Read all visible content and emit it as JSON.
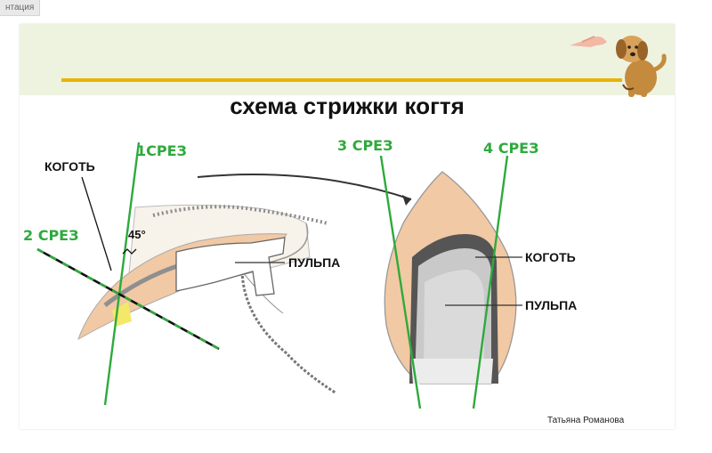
{
  "tab": {
    "label": "нтация"
  },
  "slide": {
    "title": "схема стрижки когтя",
    "author": "Татьяна Романова",
    "labels": {
      "cut1": "1СРЕЗ",
      "cut2": "2 СРЕЗ",
      "cut3": "3 СРЕЗ",
      "cut4": "4 СРЕЗ",
      "claw_left": "КОГОТЬ",
      "angle": "45°",
      "pulp_left": "ПУЛЬПА",
      "claw_right": "КОГОТЬ",
      "pulp_right": "ПУЛЬПА"
    }
  },
  "colors": {
    "accent_gold": "#e8b400",
    "cut_green": "#2eaa3c",
    "claw_tan": "#f1c9a4",
    "header_band": "#eef3e0"
  },
  "icons": [
    "hand-icon",
    "dog-icon"
  ]
}
